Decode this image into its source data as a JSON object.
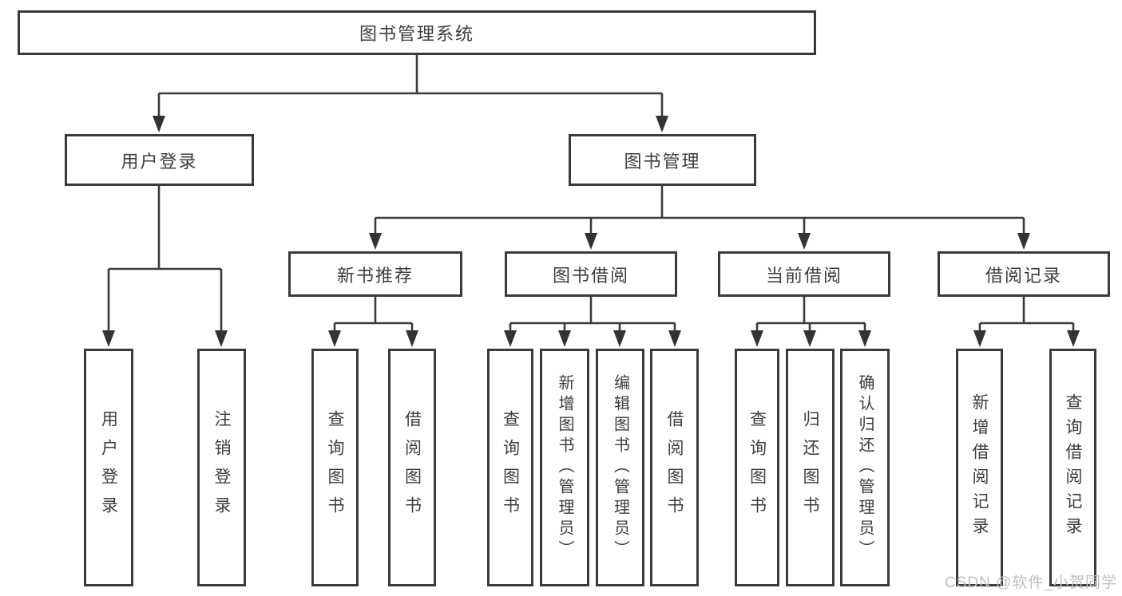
{
  "diagram": {
    "root": "图书管理系统",
    "level2": {
      "user_login": "用户登录",
      "book_mgmt": "图书管理"
    },
    "level3": {
      "new_books": "新书推荐",
      "borrow": "图书借阅",
      "current": "当前借阅",
      "records": "借阅记录"
    },
    "leaves": {
      "user_login_1": "用户登录",
      "user_login_2": "注销登录",
      "new_books_1": "查询图书",
      "new_books_2": "借阅图书",
      "borrow_1": "查询图书",
      "borrow_2": "新增图书（管理员）",
      "borrow_3": "编辑图书（管理员）",
      "borrow_4": "借阅图书",
      "current_1": "查询图书",
      "current_2": "归还图书",
      "current_3": "确认归还（管理员）",
      "records_1": "新增借阅记录",
      "records_2": "查询借阅记录"
    }
  },
  "watermark": "CSDN @软件_小贺同学",
  "colors": {
    "line": "#3a3a3a",
    "text": "#3d3d3d",
    "arrow": "#333333",
    "watermark": "#bfbfbf",
    "background": "#ffffff"
  }
}
